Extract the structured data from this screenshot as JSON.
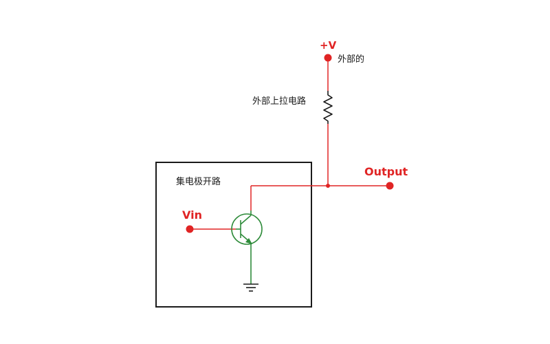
{
  "labels": {
    "supply": "+V",
    "supply_note": "外部的",
    "resistor": "外部上拉电路",
    "box_title": "集电极开路",
    "input": "Vin",
    "output": "Output"
  },
  "colors": {
    "wire_red": "#e02424",
    "wire_green": "#2e8b3a",
    "box_border": "#1a1a1a",
    "text_black": "#1a1a1a"
  }
}
